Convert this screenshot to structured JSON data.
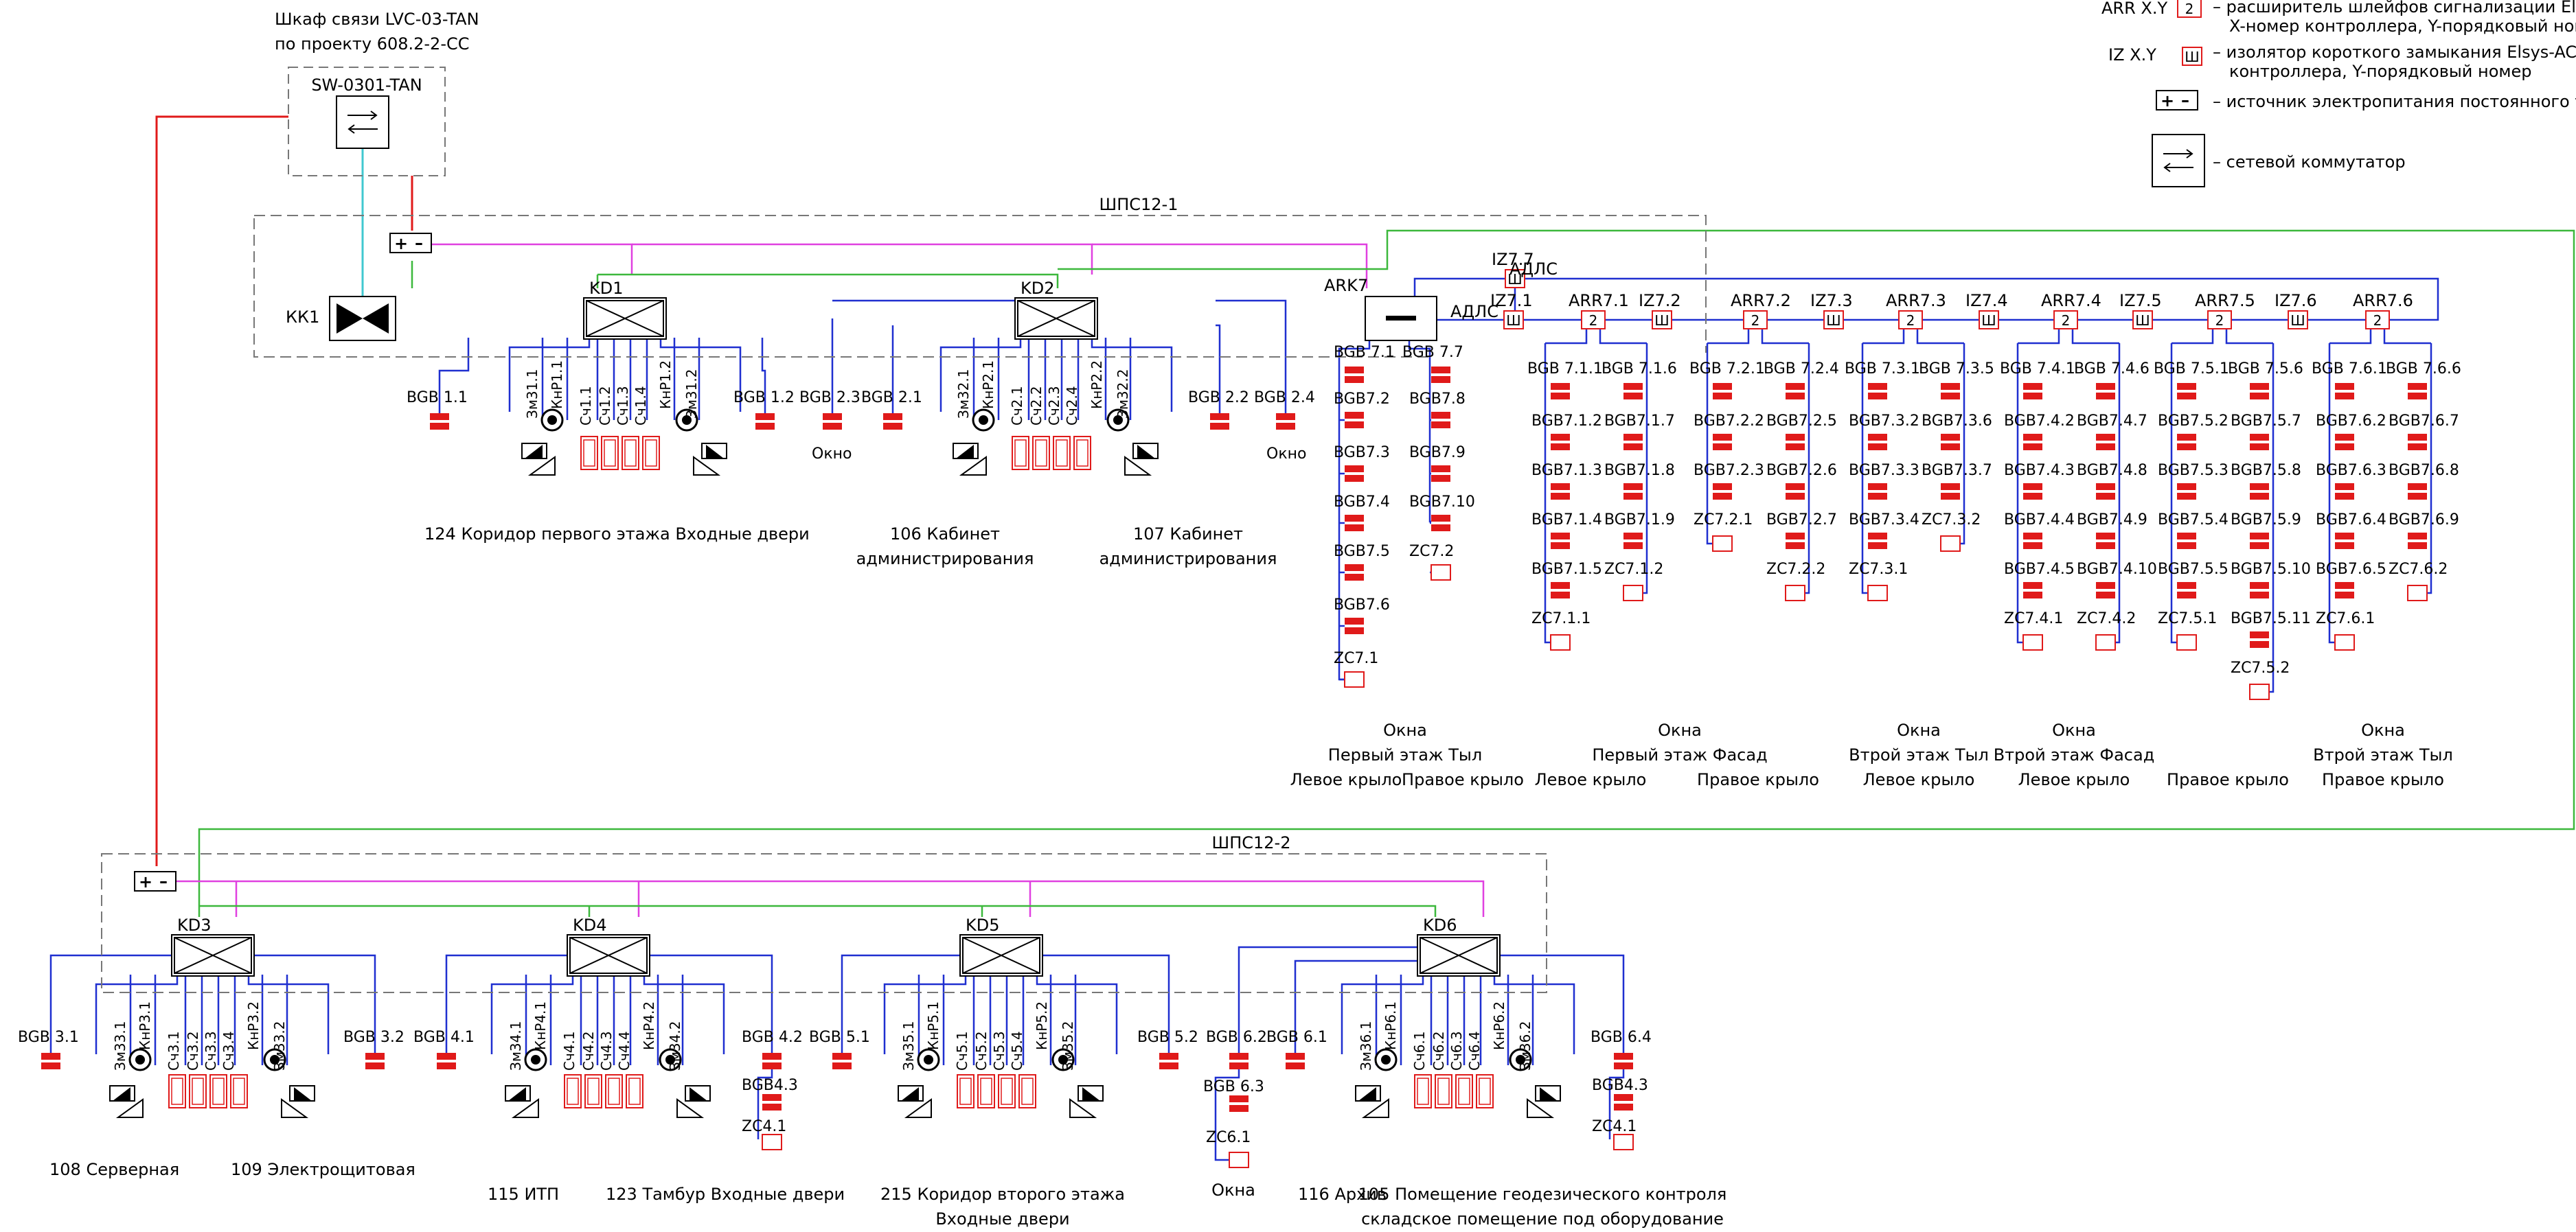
{
  "cabinet": {
    "title_1": "Шкаф связи LVC-03-TAN",
    "title_2": "по проекту 608.2-2-СС",
    "switch_label": "SW-0301-TAN",
    "kk_label": "КК1"
  },
  "legend": [
    {
      "code": "ARR X.Y",
      "badge": "2",
      "line1": "– расширитель шлейфов сигнализации Elsys-",
      "line2": "X-номер контроллера, Y-порядковый номер"
    },
    {
      "code": "IZ X.Y",
      "badge": "Ш",
      "line1": "– изолятор короткого замыкания Elsys-AC-L",
      "line2": "контроллера, Y-порядковый номер"
    },
    {
      "code": "",
      "badge": "+ –",
      "line1": "– источник электропитания постоянного ток",
      "line2": ""
    },
    {
      "code": "",
      "badge": "",
      "line1": "– сетевой коммутатор",
      "line2": ""
    }
  ],
  "zones": {
    "shps1": "ШПС12-1",
    "shps2": "ШПС12-2",
    "adls_1": "АДЛС",
    "adls_2": "АДЛС",
    "ark": "ARK7"
  },
  "top_row": {
    "controllers": [
      "KD1",
      "KD2"
    ],
    "kd1": {
      "left_bgb": "BGB 1.1",
      "right_bgb": "BGB 1.2",
      "devices": [
        "Зм31.1",
        "КнР1.1",
        "Сч1.1",
        "Сч1.2",
        "Сч1.3",
        "Сч1.4",
        "КнР1.2",
        "Зм31.2"
      ]
    },
    "kd2": {
      "left_bgb_a": "BGB 2.3",
      "left_bgb_b": "BGB 2.1",
      "right_bgb_a": "BGB 2.2",
      "right_bgb_b": "BGB 2.4",
      "window_left": "Окно",
      "window_right": "Окно",
      "devices": [
        "Зм32.1",
        "КнР2.1",
        "Сч2.1",
        "Сч2.2",
        "Сч2.3",
        "Сч2.4",
        "КнР2.2",
        "Зм32.2"
      ]
    },
    "rooms": [
      {
        "line1": "124 Коридор первого этажа Входные двери",
        "line2": ""
      },
      {
        "line1": "106 Кабинет",
        "line2": "администрирования"
      },
      {
        "line1": "107 Кабинет",
        "line2": "администрирования"
      }
    ]
  },
  "ark_chains": {
    "left": [
      "BGB7.2",
      "BGB7.3",
      "BGB7.4",
      "BGB7.5",
      "BGB7.6",
      "ZC7.1"
    ],
    "left_head": "BGB  7.1",
    "right": [
      "BGB7.8",
      "BGB7.9",
      "BGB7.10",
      "ZC7.2"
    ],
    "right_head": "BGB  7.7"
  },
  "arr_units": [
    {
      "iz": "IZ7.1",
      "arr": "ARR7.1",
      "badge": "2",
      "heads": [
        "BGB  7.1.1",
        "BGB  7.1.6"
      ],
      "col_a": [
        "BGB7.1.2",
        "BGB7.1.3",
        "BGB7.1.4",
        "BGB7.1.5",
        "ZC7.1.1"
      ],
      "col_b": [
        "BGB7.1.7",
        "BGB7.1.8",
        "BGB7.1.9",
        "ZC7.1.2"
      ]
    },
    {
      "iz": "IZ7.2",
      "arr": "ARR7.2",
      "badge": "2",
      "heads": [
        "BGB  7.2.1",
        "BGB  7.2.4"
      ],
      "col_a": [
        "BGB7.2.2",
        "BGB7.2.3",
        "ZC7.2.1"
      ],
      "col_b": [
        "BGB7.2.5",
        "BGB7.2.6",
        "BGB7.2.7",
        "ZC7.2.2"
      ]
    },
    {
      "iz": "IZ7.3",
      "arr": "ARR7.3",
      "badge": "2",
      "heads": [
        "BGB  7.3.1",
        "BGB  7.3.5"
      ],
      "col_a": [
        "BGB7.3.2",
        "BGB7.3.3",
        "BGB7.3.4",
        "ZC7.3.1"
      ],
      "col_b": [
        "BGB7.3.6",
        "BGB7.3.7",
        "ZC7.3.2"
      ]
    },
    {
      "iz": "IZ7.4",
      "arr": "ARR7.4",
      "badge": "2",
      "heads": [
        "BGB  7.4.1",
        "BGB  7.4.6"
      ],
      "col_a": [
        "BGB7.4.2",
        "BGB7.4.3",
        "BGB7.4.4",
        "BGB7.4.5",
        "ZC7.4.1"
      ],
      "col_b": [
        "BGB7.4.7",
        "BGB7.4.8",
        "BGB7.4.9",
        "BGB7.4.10",
        "ZC7.4.2"
      ]
    },
    {
      "iz": "IZ7.5",
      "arr": "ARR7.5",
      "badge": "2",
      "heads": [
        "BGB  7.5.1",
        "BGB  7.5.6"
      ],
      "col_a": [
        "BGB7.5.2",
        "BGB7.5.3",
        "BGB7.5.4",
        "BGB7.5.5",
        "ZC7.5.1"
      ],
      "col_b": [
        "BGB7.5.7",
        "BGB7.5.8",
        "BGB7.5.9",
        "BGB7.5.10",
        "BGB7.5.11",
        "ZC7.5.2"
      ]
    },
    {
      "iz": "IZ7.6",
      "arr": "ARR7.6",
      "badge": "2",
      "heads": [
        "BGB  7.6.1",
        "BGB  7.6.6"
      ],
      "col_a": [
        "BGB7.6.2",
        "BGB7.6.3",
        "BGB7.6.4",
        "BGB7.6.5",
        "ZC7.6.1"
      ],
      "col_b": [
        "BGB7.6.7",
        "BGB7.6.8",
        "BGB7.6.9",
        "ZC7.6.2"
      ]
    }
  ],
  "iz_top": "IZ7.7",
  "iz_badge": "Ш",
  "window_groups": [
    {
      "l1": "Окна",
      "l2": "Первый этаж Тыл",
      "l3a": "Левое крыло",
      "l3b": "Правое крыло"
    },
    {
      "l1": "Окна",
      "l2": "Первый этаж Фасад",
      "l3a": "Левое крыло",
      "l3b": "Правое крыло"
    },
    {
      "l1": "Окна",
      "l2": "Втрой этаж Тыл",
      "l3a": "Левое крыло",
      "l3b": ""
    },
    {
      "l1": "Окна",
      "l2": "Втрой этаж Фасад",
      "l3a": "Левое крыло",
      "l3b": "Правое крыло"
    },
    {
      "l1": "Окна",
      "l2": "Втрой этаж Тыл",
      "l3a": "Правое крыло",
      "l3b": ""
    }
  ],
  "bottom_row": {
    "controllers": [
      "KD3",
      "KD4",
      "KD5",
      "KD6"
    ],
    "kd3": {
      "left_bgb": "BGB 3.1",
      "right_bgb": "BGB 3.2",
      "devices": [
        "Зм33.1",
        "КнР3.1",
        "Сч3.1",
        "Сч3.2",
        "Сч3.3",
        "Сч3.4",
        "КнР3.2",
        "Зм33.2"
      ]
    },
    "kd4": {
      "left_bgb": "BGB 4.1",
      "right_bgb": "BGB 4.2",
      "extra": [
        "BGB4.3",
        "ZC4.1"
      ],
      "devices": [
        "Зм34.1",
        "КнР4.1",
        "Сч4.1",
        "Сч4.2",
        "Сч4.3",
        "Сч4.4",
        "КнР4.2",
        "Зм34.2"
      ]
    },
    "kd5": {
      "left_bgb": "BGB 5.1",
      "right_bgb": "BGB 5.2",
      "devices": [
        "Зм35.1",
        "КнР5.1",
        "Сч5.1",
        "Сч5.2",
        "Сч5.3",
        "Сч5.4",
        "КнР5.2",
        "Зм35.2"
      ]
    },
    "kd6": {
      "left_bgb_a": "BGB 6.2",
      "left_bgb_b": "BGB 6.1",
      "right_bgb": "BGB 6.4",
      "extra_left": [
        "BGB 6.3",
        "ZC6.1"
      ],
      "extra": [
        "BGB4.3",
        "ZC4.1"
      ],
      "devices": [
        "Зм36.1",
        "КнР6.1",
        "Сч6.1",
        "Сч6.2",
        "Сч6.3",
        "Сч6.4",
        "КнР6.2",
        "Зм36.2"
      ]
    },
    "rooms": [
      {
        "line1": "108 Серверная",
        "line2": ""
      },
      {
        "line1": "109 Электрощитовая",
        "line2": ""
      },
      {
        "line1": "115 ИТП",
        "line2": ""
      },
      {
        "line1": "123 Тамбур Входные двери",
        "line2": ""
      },
      {
        "line1": "215 Коридор второго этажа",
        "line2": "Входные двери"
      },
      {
        "line1": "Окна",
        "line2": ""
      },
      {
        "line1": "116 Архив",
        "line2": ""
      },
      {
        "line1": "105 Помещение геодезического контроля",
        "line2": "складское помещение под оборудование"
      }
    ]
  },
  "colors": {
    "blue": "#1f2fd0",
    "red": "#e01a1a",
    "green": "#3cb83c",
    "magenta": "#e040e0",
    "cyan": "#40c8d0",
    "dash": "#777777"
  }
}
